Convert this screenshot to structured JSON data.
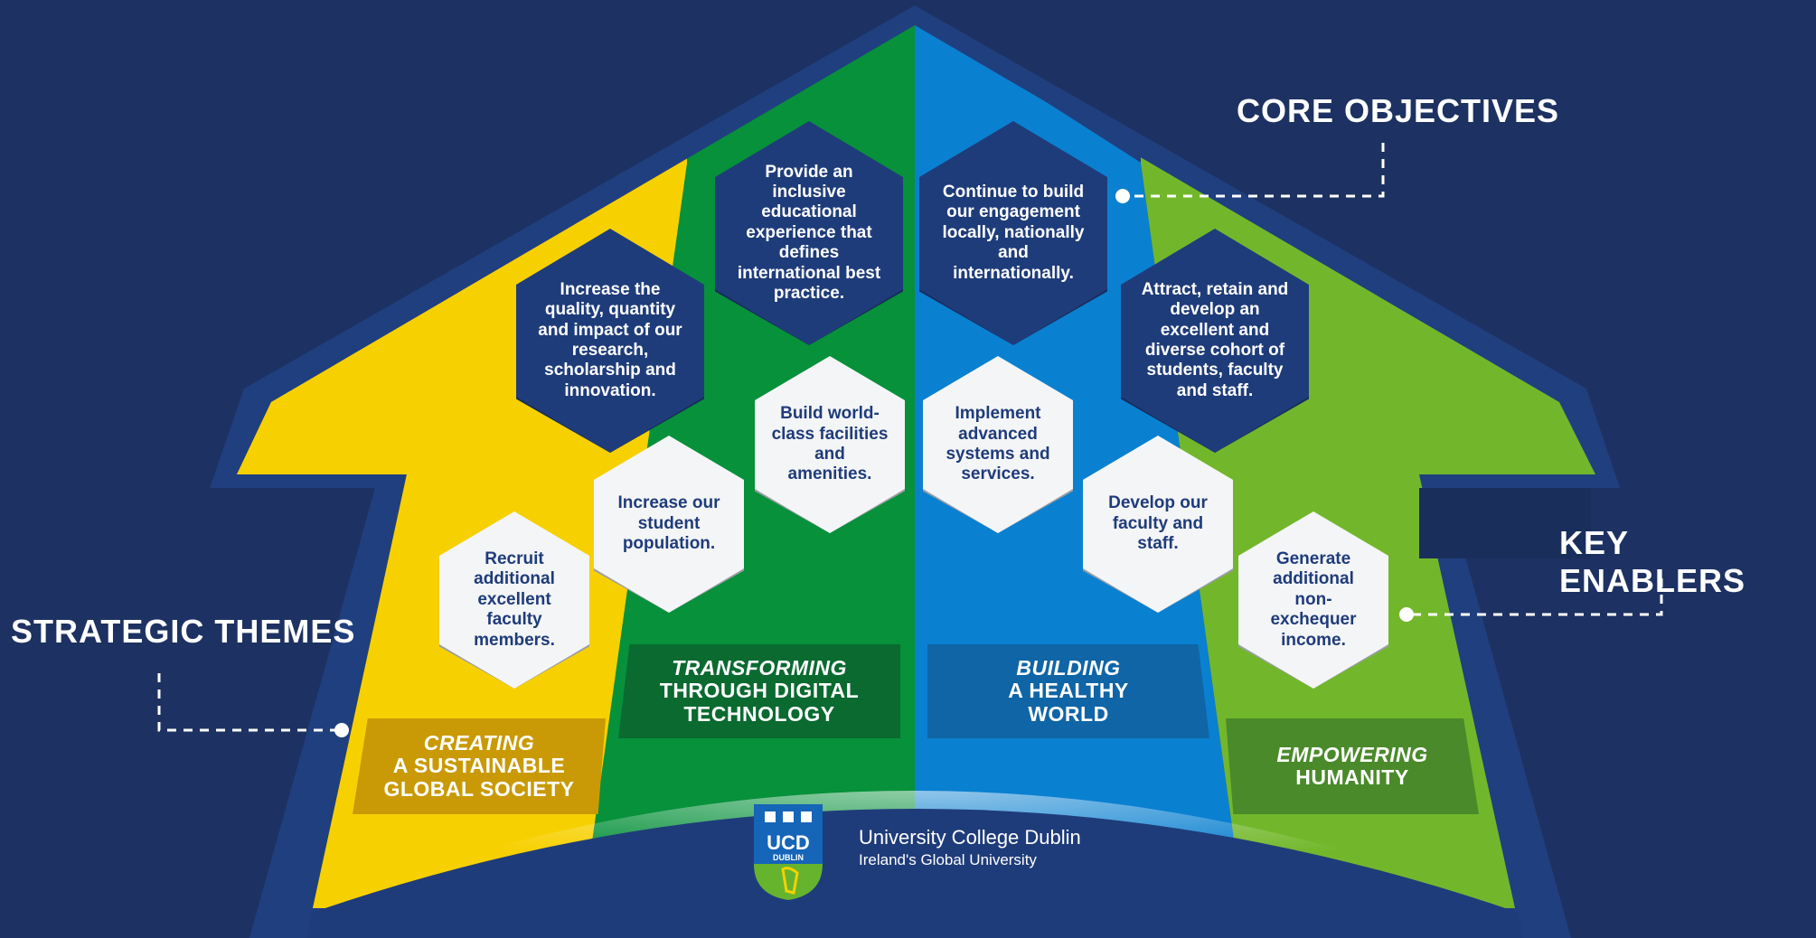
{
  "callouts": {
    "core_objectives": "CORE OBJECTIVES",
    "key_enablers": "KEY ENABLERS",
    "strategic_themes": "STRATEGIC THEMES"
  },
  "objectives": [
    "Provide an inclusive educational experience that defines international best practice.",
    "Continue to build our engagement locally, nationally and internationally.",
    "Increase the quality, quantity and impact of our research, scholarship and innovation.",
    "Attract, retain and develop an excellent and diverse cohort of students, faculty and staff."
  ],
  "enablers": [
    "Build world-class facilities and amenities.",
    "Implement advanced systems and services.",
    "Increase our student population.",
    "Develop our faculty and staff.",
    "Recruit additional excellent faculty members.",
    "Generate additional non-exchequer income."
  ],
  "themes": [
    {
      "lead": "CREATING",
      "rest1": "A SUSTAINABLE",
      "rest2": "GLOBAL SOCIETY",
      "color": "#c99a06"
    },
    {
      "lead": "TRANSFORMING",
      "rest1": "THROUGH DIGITAL",
      "rest2": "TECHNOLOGY",
      "color": "#0a6a30"
    },
    {
      "lead": "BUILDING",
      "rest1": "A HEALTHY",
      "rest2": "WORLD",
      "color": "#0f65a6"
    },
    {
      "lead": "EMPOWERING",
      "rest1": "HUMANITY",
      "rest2": "",
      "color": "#4a8a2a"
    }
  ],
  "colors": {
    "background": "#1d3262",
    "yellow": "#f7d000",
    "green": "#06913a",
    "blue": "#0a80d0",
    "lightgreen": "#72b72b"
  },
  "logo": {
    "crest_text": "UCD",
    "crest_sub": "DUBLIN",
    "title": "University College Dublin",
    "subtitle": "Ireland's Global University"
  }
}
